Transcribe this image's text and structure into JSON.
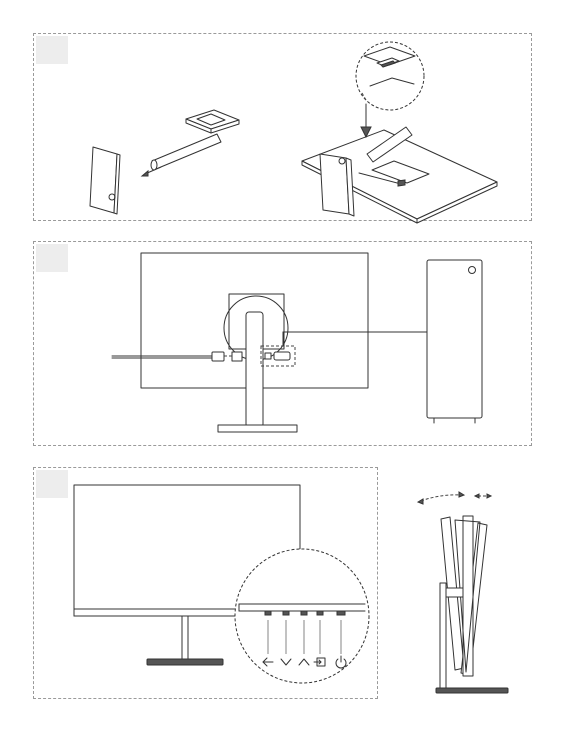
{
  "figure": {
    "steps": [
      {
        "id": "stand-assembly"
      },
      {
        "id": "cable-connection"
      },
      {
        "id": "controls-and-tilt"
      }
    ],
    "colors": {
      "line": "#333333",
      "panel_border": "#9a9a9a",
      "step_box": "#ededed"
    },
    "icons": {
      "buttons": [
        "arrow-left-icon",
        "chevron-down-icon",
        "chevron-up-icon",
        "input-source-icon",
        "power-icon"
      ]
    }
  }
}
